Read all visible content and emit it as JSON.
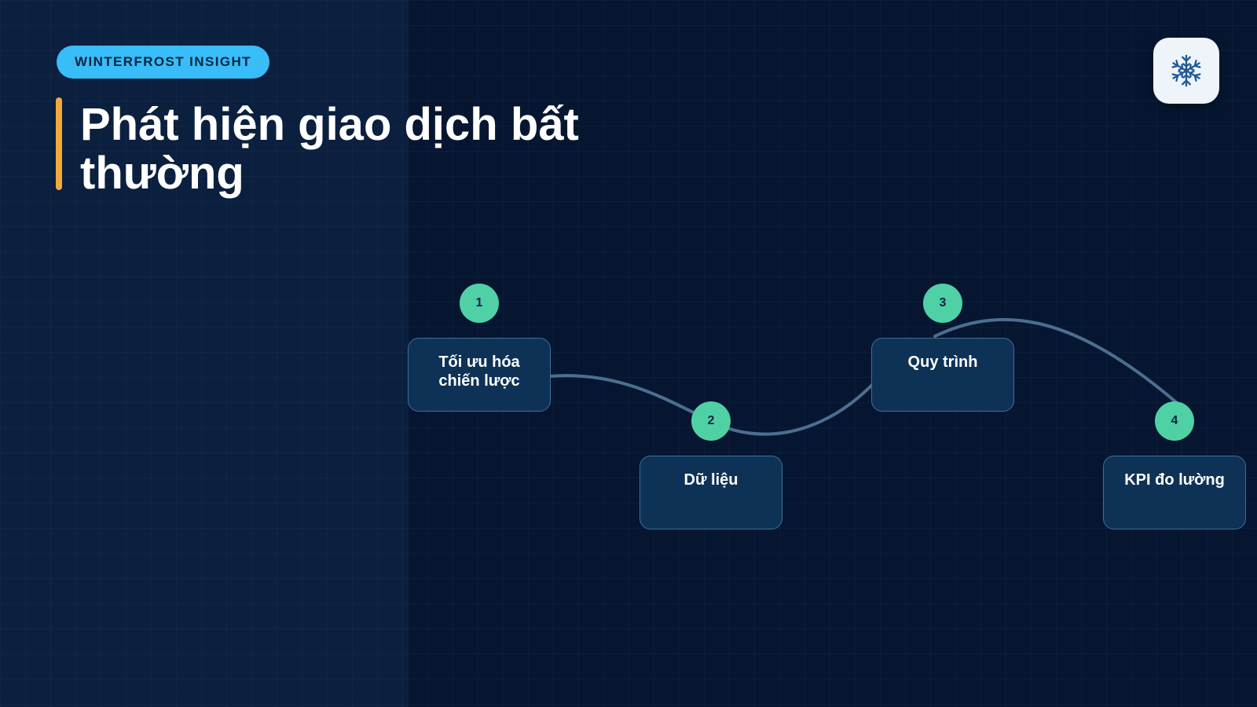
{
  "badge": {
    "label": "WINTERFROST INSIGHT"
  },
  "title": "Phát hiện giao dịch bất thường",
  "logo": {
    "icon": "snowflake-icon",
    "color": "#1e5a96"
  },
  "colors": {
    "background": "#061631",
    "badge": "#38bdf8",
    "title_accent": "#f5a93b",
    "step_number": "#4fd1a5",
    "card": "#0e3256",
    "connector": "#4d6f8f"
  },
  "steps": [
    {
      "number": "1",
      "label": "Tối ưu hóa chiến lược"
    },
    {
      "number": "2",
      "label": "Dữ liệu"
    },
    {
      "number": "3",
      "label": "Quy trình"
    },
    {
      "number": "4",
      "label": "KPI đo lường"
    }
  ]
}
